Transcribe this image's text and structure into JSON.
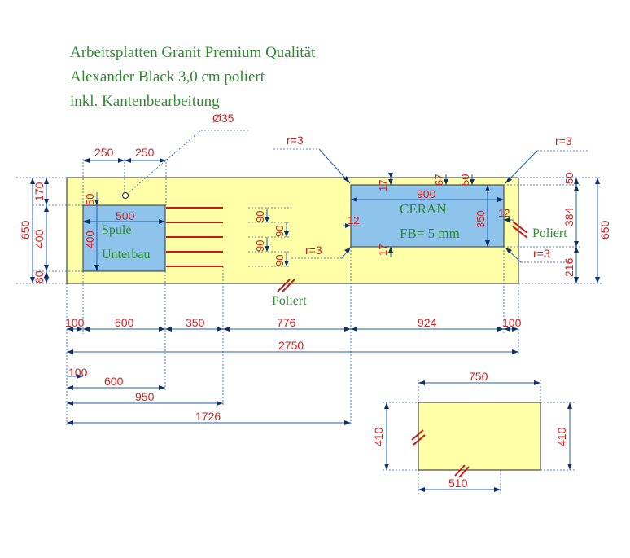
{
  "title": {
    "line1": "Arbeitsplatten Granit Premium Qualität",
    "line2": "Alexander Black 3,0 cm poliert",
    "line3": "inkl. Kantenbearbeitung"
  },
  "labels": {
    "hole": "Ø35",
    "radius_tl": "r=3",
    "radius_tr": "r=3",
    "radius_mid": "r=3",
    "radius_br": "r=3",
    "sink_line1": "Spule",
    "sink_line2": "Unterbau",
    "cooktop_line1": "CERAN",
    "cooktop_line2": "FB= 5 mm",
    "polished_bottom": "Poliert",
    "polished_right": "Poliert"
  },
  "dims": {
    "top_250a": "250",
    "top_250b": "250",
    "left_650": "650",
    "left_170": "170",
    "left_400": "400",
    "left_80": "80",
    "sink_50": "50",
    "sink_500": "500",
    "sink_400": "400",
    "groove_90a": "90",
    "groove_90b": "90",
    "groove_90c": "90",
    "groove_90d": "90",
    "ct_17a": "17",
    "ct_67": "67",
    "ct_50": "50",
    "ct_900": "900",
    "ct_12a": "12",
    "ct_350": "350",
    "ct_12b": "12",
    "ct_17b": "17",
    "right_50": "50",
    "right_384": "384",
    "right_216": "216",
    "right_650": "650",
    "row1_100a": "100",
    "row1_500": "500",
    "row1_350": "350",
    "row1_776": "776",
    "row1_924": "924",
    "row1_100b": "100",
    "total_2750": "2750",
    "row3_100": "100",
    "row3_600": "600",
    "row4_950": "950",
    "row5_1726": "1726",
    "small_750": "750",
    "small_410l": "410",
    "small_410r": "410",
    "small_510": "510"
  },
  "colors": {
    "slab": "#ffffa8",
    "cutout": "#8ec3ec",
    "dimension_text": "#d42020",
    "title_text": "#2e8b2e",
    "dimension_line": "#1f5fae"
  }
}
